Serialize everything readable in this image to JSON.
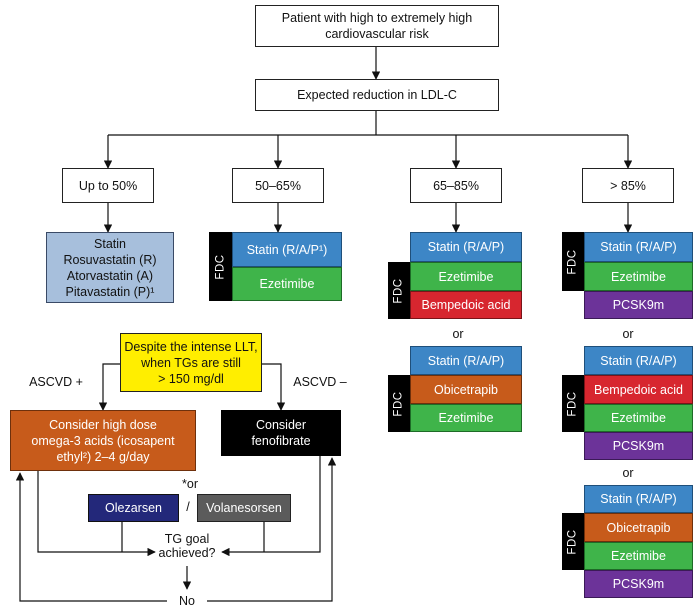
{
  "top": {
    "line1": "Patient with high to extremely high",
    "line2": "cardiovascular risk"
  },
  "reduction": "Expected reduction in LDL-C",
  "levels": [
    "Up to 50%",
    "50–65%",
    "65–85%",
    "> 85%"
  ],
  "col1": {
    "line1": "Statin",
    "line2": "Rosuvastatin (R)",
    "line3": "Atorvastatin (A)",
    "line4": "Pitavastatin (P)¹"
  },
  "col2": {
    "statin": "Statin (R/A/P¹)",
    "ezetimibe": "Ezetimibe"
  },
  "col3": {
    "opt1": {
      "statin": "Statin (R/A/P)",
      "ezetimibe": "Ezetimibe",
      "bempedoic": "Bempedoic acid"
    },
    "or": "or",
    "opt2": {
      "statin": "Statin (R/A/P)",
      "obicetrapib": "Obicetrapib",
      "ezetimibe": "Ezetimibe"
    }
  },
  "col4": {
    "opt1": {
      "statin": "Statin (R/A/P)",
      "ezetimibe": "Ezetimibe",
      "pcsk9": "PCSK9m"
    },
    "or1": "or",
    "opt2": {
      "statin": "Statin (R/A/P)",
      "bempedoic": "Bempedoic acid",
      "ezetimibe": "Ezetimibe",
      "pcsk9": "PCSK9m"
    },
    "or2": "or",
    "opt3": {
      "statin": "Statin (R/A/P)",
      "obicetrapib": "Obicetrapib",
      "ezetimibe": "Ezetimibe",
      "pcsk9": "PCSK9m"
    }
  },
  "fdc": "FDC",
  "tg": {
    "question": {
      "line1": "Despite the intense LLT,",
      "line2": "when TGs are still",
      "line3": "> 150 mg/dl"
    },
    "ascvd_plus": "ASCVD +",
    "ascvd_minus": "ASCVD –",
    "omega": {
      "line1": "Consider high dose",
      "line2": "omega-3 acids (icosapent",
      "line3": "ethyl²) 2–4 g/day"
    },
    "feno": {
      "line1": "Consider",
      "line2": "fenofibrate"
    },
    "or_label": "*or",
    "olezarsen": "Olezarsen",
    "slash": "/",
    "volanesorsen": "Volanesorsen",
    "goal": {
      "line1": "TG goal",
      "line2": "achieved?"
    },
    "no": "No"
  },
  "colors": {
    "blue": "#3d86c6",
    "green": "#3fb44a",
    "red": "#d7262f",
    "purple": "#6c3399",
    "orange": "#c75b1b",
    "lightblue": "#a7bfdc",
    "yellow": "#ffee00",
    "navy": "#23287a",
    "gray": "#5b5b5b"
  }
}
